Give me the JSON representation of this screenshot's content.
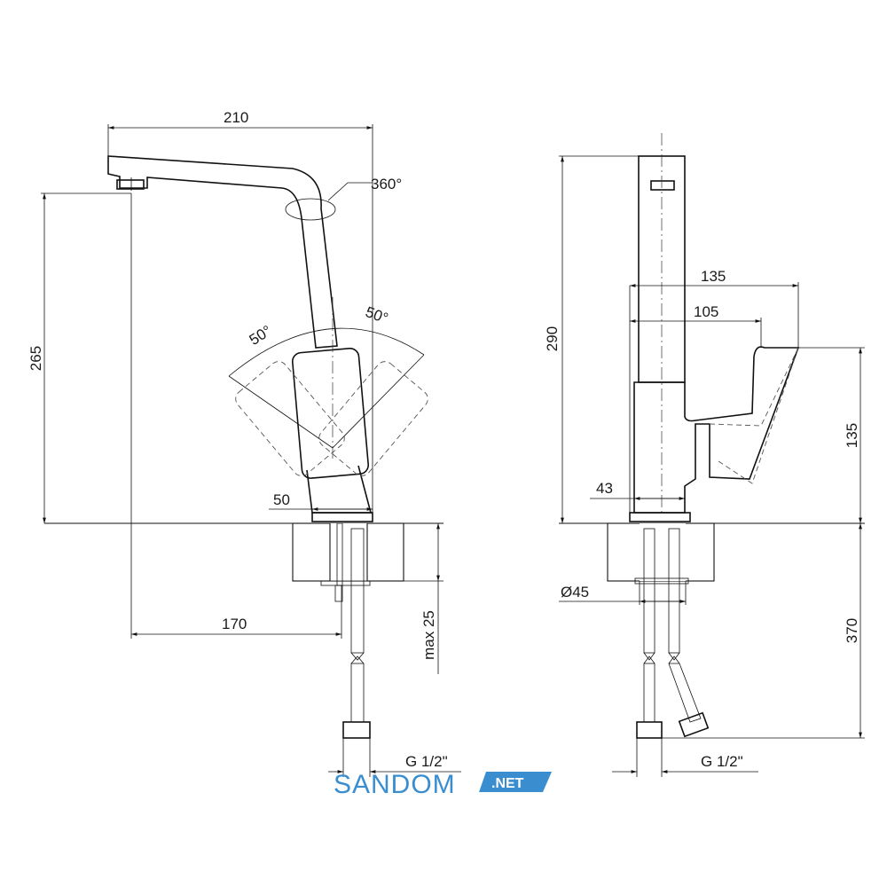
{
  "front_view": {
    "width_spout": "210",
    "height_spout": "265",
    "rotation": "360°",
    "lever_left_angle": "50°",
    "lever_right_angle": "50°",
    "base_width": "50",
    "reach_offset": "170",
    "max_mount": "max 25",
    "thread": "G 1/2\""
  },
  "side_view": {
    "total_height": "290",
    "lever_reach": "135",
    "lever_offset": "105",
    "lever_height": "135",
    "body_width": "43",
    "hole_diameter": "Ø45",
    "hose_length": "370",
    "thread": "G 1/2\""
  },
  "logo": {
    "main": "SANDOM",
    "suffix": ".NET",
    "color": "#3a8ed0"
  }
}
